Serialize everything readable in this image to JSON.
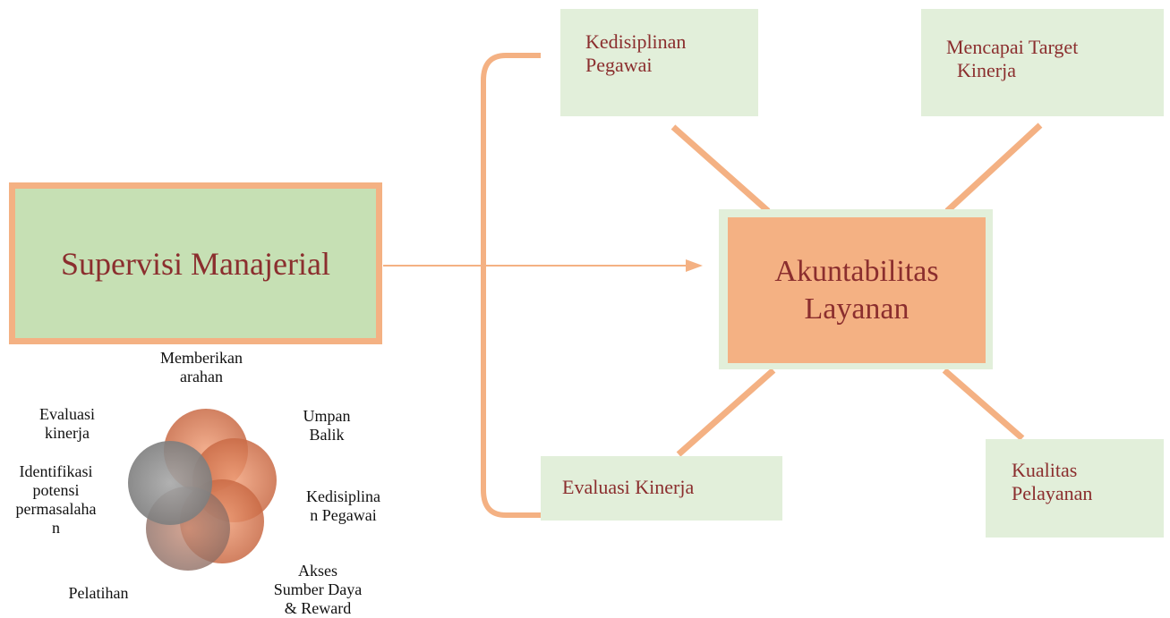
{
  "supervisi": {
    "label": "Supervisi Manajerial"
  },
  "akuntabilitas": {
    "line1": "Akuntabilitas",
    "line2": "Layanan"
  },
  "outcomes": {
    "kedisiplinan": [
      "Kedisiplinan",
      "Pegawai"
    ],
    "target": [
      "Mencapai Target",
      "Kinerja"
    ],
    "evaluasi": [
      "Evaluasi Kinerja"
    ],
    "kualitas": [
      "Kualitas",
      "Pelayanan"
    ]
  },
  "cycle": {
    "arahan": [
      "Memberikan",
      "arahan"
    ],
    "umpan": [
      "Umpan",
      "Balik"
    ],
    "evaluasi": [
      "Evaluasi",
      "kinerja"
    ],
    "identifikasi": [
      "Identifikasi",
      "potensi",
      "permasalaha",
      "n"
    ],
    "kedisiplinan": [
      "Kedisiplina",
      "n Pegawai"
    ],
    "akses": [
      "Akses",
      "Sumber Daya",
      "& Reward"
    ],
    "pelatihan": [
      "Pelatihan"
    ]
  },
  "colors": {
    "accent_orange": "#f4b183",
    "light_green": "#e2efda",
    "mid_green": "#c6e0b4",
    "text_red": "#8b2e2e",
    "cycle_circles": [
      "#d9845f",
      "#c9704d",
      "#b8653f",
      "#a86a55",
      "#9b8078",
      "#8f8f8f"
    ]
  }
}
